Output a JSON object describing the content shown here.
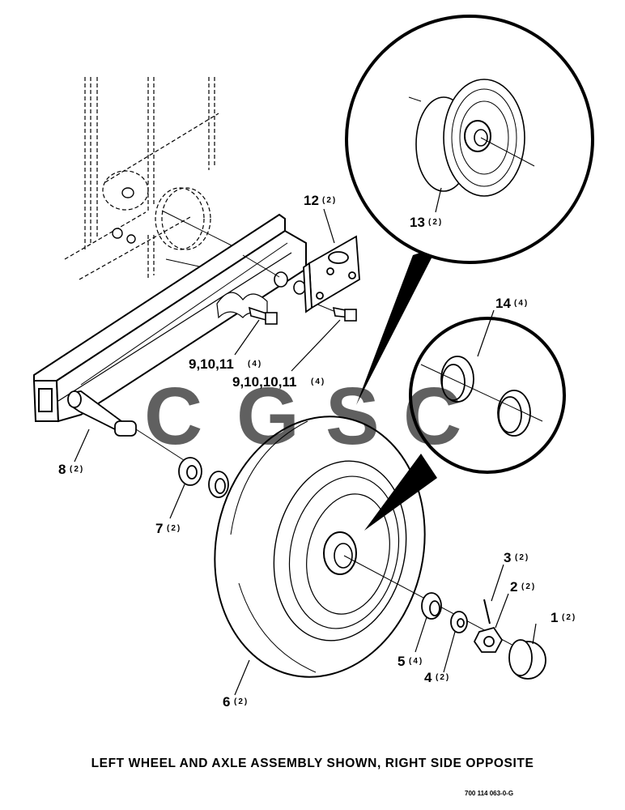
{
  "caption": "LEFT WHEEL AND AXLE ASSEMBLY SHOWN, RIGHT SIDE OPPOSITE",
  "drawing_number": "700 114 063-0-G",
  "watermark": {
    "letters": [
      "C",
      "G",
      "S",
      "C"
    ],
    "colors": [
      "#4285F4",
      "#EA4335",
      "#FBBC05",
      "#34A853"
    ]
  },
  "callouts": [
    {
      "id": "1",
      "label": "1",
      "qty": "(2)"
    },
    {
      "id": "2",
      "label": "2",
      "qty": "(2)"
    },
    {
      "id": "3",
      "label": "3",
      "qty": "(2)"
    },
    {
      "id": "4",
      "label": "4",
      "qty": "(2)"
    },
    {
      "id": "5",
      "label": "5",
      "qty": "(4)"
    },
    {
      "id": "6",
      "label": "6",
      "qty": "(2)"
    },
    {
      "id": "7",
      "label": "7",
      "qty": "(2)"
    },
    {
      "id": "8",
      "label": "8",
      "qty": "(2)"
    },
    {
      "id": "9a",
      "label": "9,10,11",
      "qty": "(4)"
    },
    {
      "id": "9b",
      "label": "9,10,10,11",
      "qty": "(4)"
    },
    {
      "id": "12",
      "label": "12",
      "qty": "(2)"
    },
    {
      "id": "13",
      "label": "13",
      "qty": "(2)"
    },
    {
      "id": "14",
      "label": "14",
      "qty": "(4)"
    }
  ]
}
